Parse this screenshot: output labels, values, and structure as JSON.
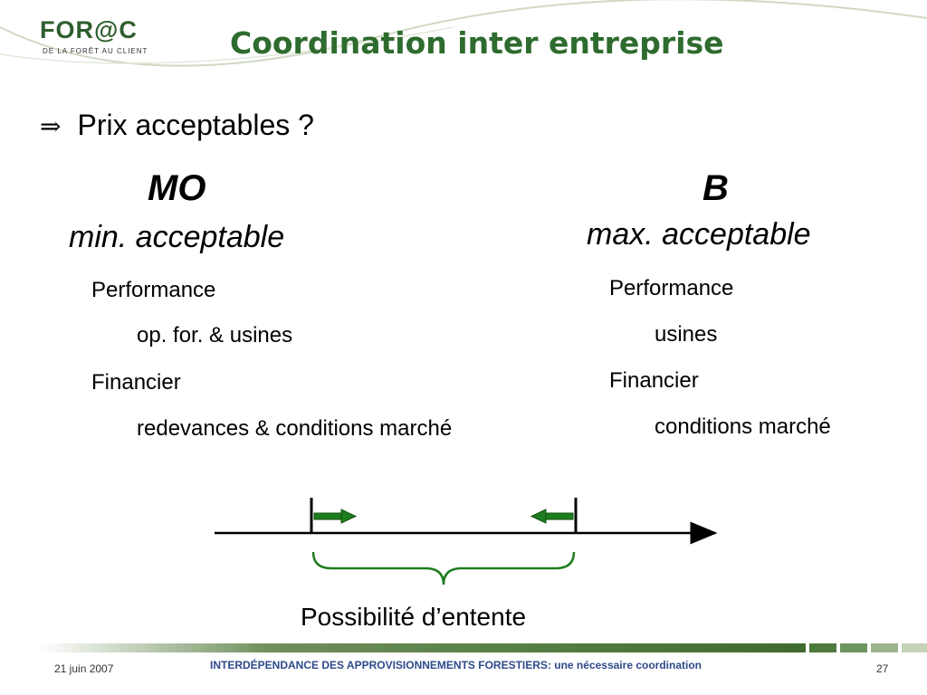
{
  "header": {
    "logo_text": "FOR@C",
    "logo_tagline": "DE LA FORÊT AU CLIENT",
    "title": "Coordination inter entreprise"
  },
  "bullet": {
    "symbol": "⇒",
    "text": "Prix acceptables ?"
  },
  "mo": {
    "title": "MO",
    "subtitle": "min. acceptable",
    "items": [
      "Performance",
      "op. for. & usines",
      "Financier",
      "redevances & conditions marché"
    ]
  },
  "b": {
    "title": "B",
    "subtitle": "max. acceptable",
    "items": [
      "Performance",
      "usines",
      "Financier",
      "conditions marché"
    ]
  },
  "diagram": {
    "caption": "Possibilité d’entente",
    "arrow_color": "#1e7d1e",
    "brace_color": "#1e7d1e"
  },
  "footer": {
    "date": "21 juin 2007",
    "center": "INTERDÉPENDANCE DES APPROVISIONNEMENTS FORESTIERS: une nécessaire coordination",
    "page": "27"
  }
}
